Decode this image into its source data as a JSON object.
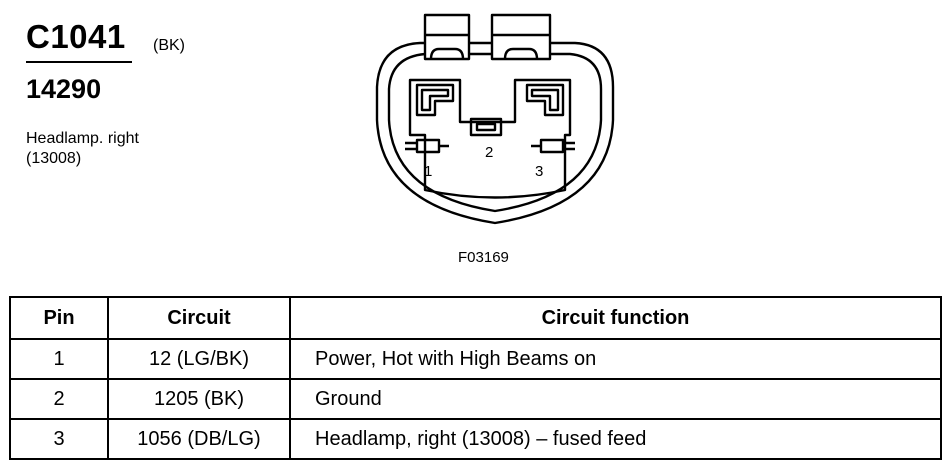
{
  "header": {
    "connector_id": "C1041",
    "connector_color": "(BK)",
    "part_number": "14290",
    "description_line1": "Headlamp. right",
    "description_line2": "(13008)"
  },
  "diagram": {
    "figure_code": "F03169",
    "pin_labels": [
      "1",
      "2",
      "3"
    ]
  },
  "table": {
    "headers": [
      "Pin",
      "Circuit",
      "Circuit function"
    ],
    "rows": [
      {
        "pin": "1",
        "circuit": "12 (LG/BK)",
        "function": "Power, Hot with High Beams on"
      },
      {
        "pin": "2",
        "circuit": "1205 (BK)",
        "function": "Ground"
      },
      {
        "pin": "3",
        "circuit": "1056 (DB/LG)",
        "function": "Headlamp, right (13008) – fused feed"
      }
    ]
  }
}
